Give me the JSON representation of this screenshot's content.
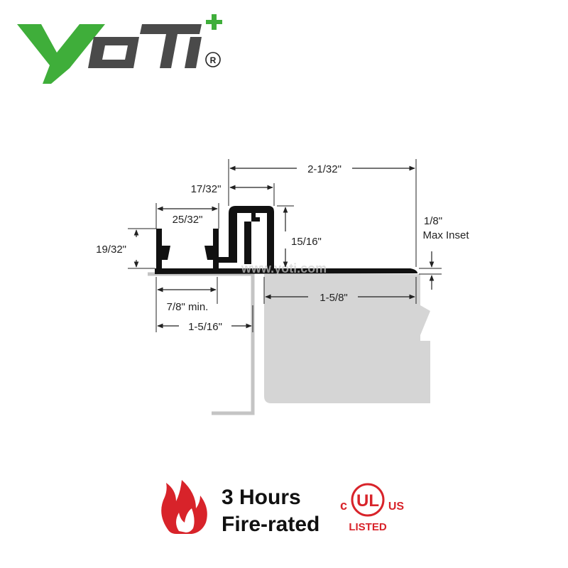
{
  "brand": {
    "logo_text": "YOTI",
    "registered_mark": "®",
    "green": "#3fae3a",
    "dark": "#4a4a4a"
  },
  "watermark": "www.yoti.com",
  "dimensions": {
    "overall_width": "2-1/32\"",
    "top_width": "17/32\"",
    "channel_width": "25/32\"",
    "channel_height": "19/32\"",
    "riser_height": "15/16\"",
    "inset_label_line1": "1/8\"",
    "inset_label_line2": "Max Inset",
    "plate_width": "1-5/8\"",
    "min_width": "7/8\" min.",
    "flange_width": "1-5/16\""
  },
  "fire_rating": {
    "line1": "3 Hours",
    "line2": "Fire-rated",
    "flame_color": "#d8232a"
  },
  "certification": {
    "left_letter": "c",
    "right_letters": "US",
    "mark": "UL",
    "caption": "LISTED",
    "color": "#d8232a"
  }
}
